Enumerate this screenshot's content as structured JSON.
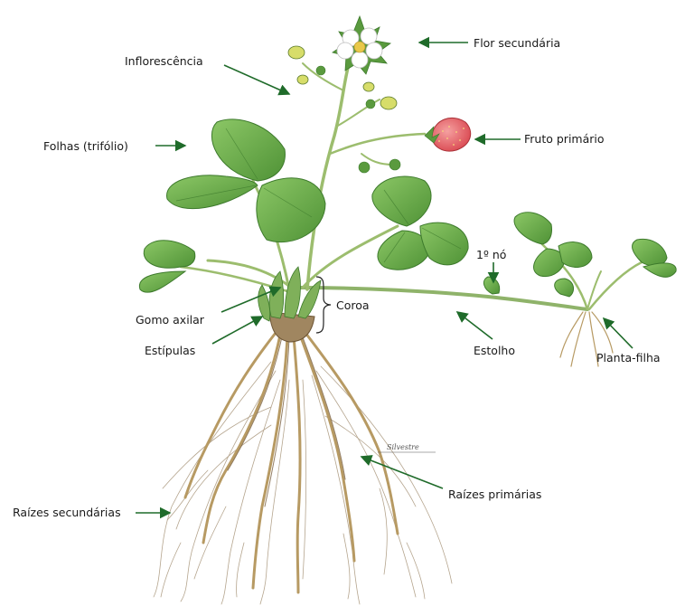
{
  "labels": {
    "flor_secundaria": "Flor secundária",
    "inflorescencia": "Inflorescência",
    "fruto_primario": "Fruto primário",
    "folhas": "Folhas (trifólio)",
    "primeiro_no": "1º nó",
    "coroa": "Coroa",
    "gomo_axilar": "Gomo axilar",
    "estipulas": "Estípulas",
    "estolho": "Estolho",
    "planta_filha": "Planta-filha",
    "raizes_primarias": "Raízes primárias",
    "raizes_secundarias": "Raízes secundárias"
  },
  "artist_signature": "Silvestre",
  "colors": {
    "leaf": "#6fae4c",
    "leaf_dark": "#3d7a2c",
    "stem": "#8fb36a",
    "root": "#b89a64",
    "root_dark": "#7a6040",
    "fruit": "#e0525a",
    "flower": "#ffffff",
    "arrow": "#1f6b2a"
  }
}
